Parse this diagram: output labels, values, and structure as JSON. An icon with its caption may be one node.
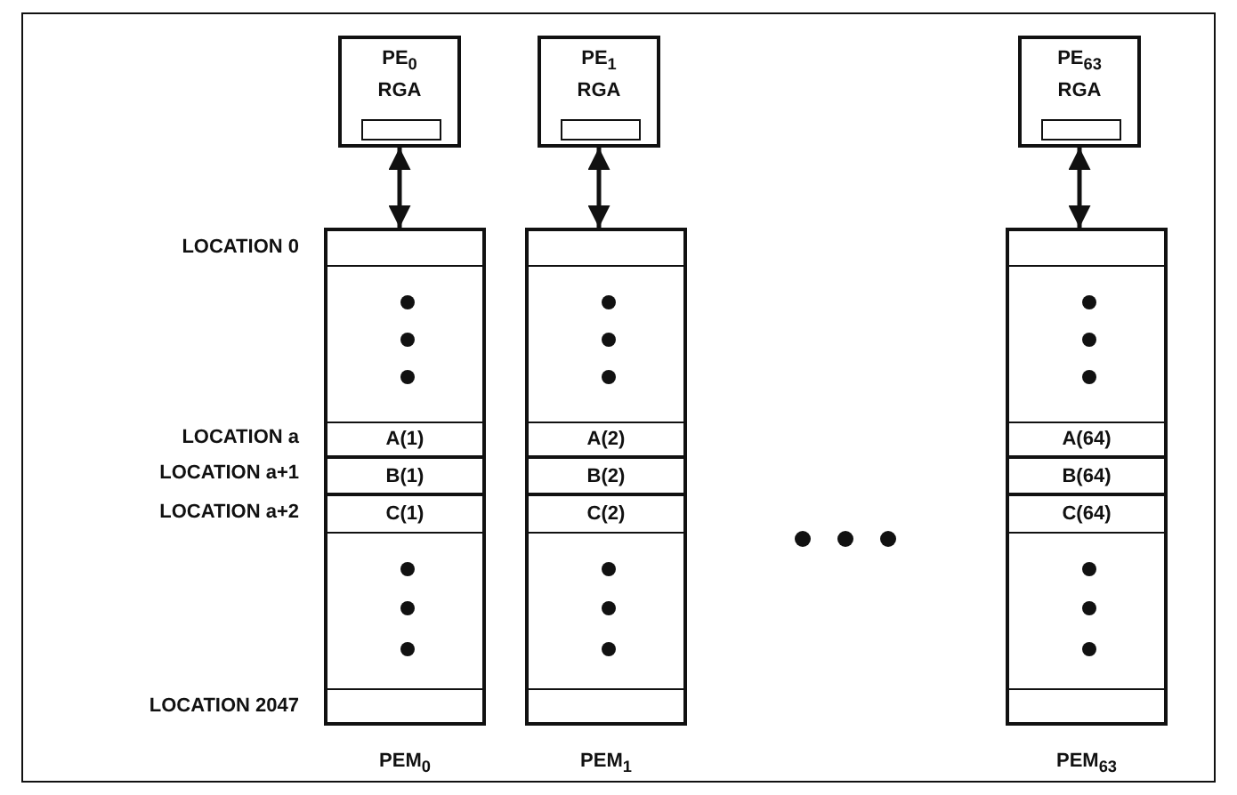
{
  "diagram": {
    "nodes": [
      {
        "text": [
          "PE$_{0}$",
          "RGA"
        ]
      },
      {
        "text": [],
        "shape": "box",
        "in": 0
      },
      {
        "text": [
          "PE$_{1}$",
          "RGA"
        ]
      },
      {
        "text": [],
        "shape": "box",
        "in": 2
      },
      {
        "text": [
          "PE$_{63}$",
          "RGA"
        ]
      },
      {
        "text": [],
        "shape": "box",
        "in": 4
      },
      {
        "text": [],
        "shape": "box",
        "beside": [
          "PEM$_{0}$"
        ]
      },
      {
        "text": [],
        "shape": "box",
        "in": 6
      },
      {
        "text": [
          "A(1)"
        ],
        "in": 6
      },
      {
        "text": [
          "B(1)"
        ],
        "in": 6
      },
      {
        "text": [
          "C(1)"
        ],
        "in": 6
      },
      {
        "text": [],
        "shape": "box",
        "in": 6
      },
      {
        "text": [],
        "shape": "box",
        "beside": [
          "PEM$_{1}$"
        ]
      },
      {
        "text": [],
        "shape": "box",
        "in": 12
      },
      {
        "text": [
          "A(2)"
        ],
        "in": 12
      },
      {
        "text": [
          "B(2)"
        ],
        "in": 12
      },
      {
        "text": [
          "C(2)"
        ],
        "in": 12
      },
      {
        "text": [],
        "shape": "box",
        "in": 12
      },
      {
        "text": [],
        "shape": "box",
        "beside": [
          "PEM$_{63}$"
        ]
      },
      {
        "text": [],
        "shape": "box",
        "in": 18
      },
      {
        "text": [
          "A(64)"
        ],
        "in": 18
      },
      {
        "text": [
          "B(64)"
        ],
        "in": 18
      },
      {
        "text": [
          "C(64)"
        ],
        "in": 18
      },
      {
        "text": [],
        "shape": "box",
        "in": 18
      }
    ],
    "edges": [
      {
        "from": 0,
        "to": 6,
        "arrow": "both"
      },
      {
        "from": 2,
        "to": 12,
        "arrow": "both"
      },
      {
        "from": 4,
        "to": 18,
        "arrow": "both"
      }
    ],
    "labels": [
      "LOCATION 0",
      "LOCATION a",
      "LOCATION a+1",
      "LOCATION a+2",
      "LOCATION 2047"
    ]
  }
}
